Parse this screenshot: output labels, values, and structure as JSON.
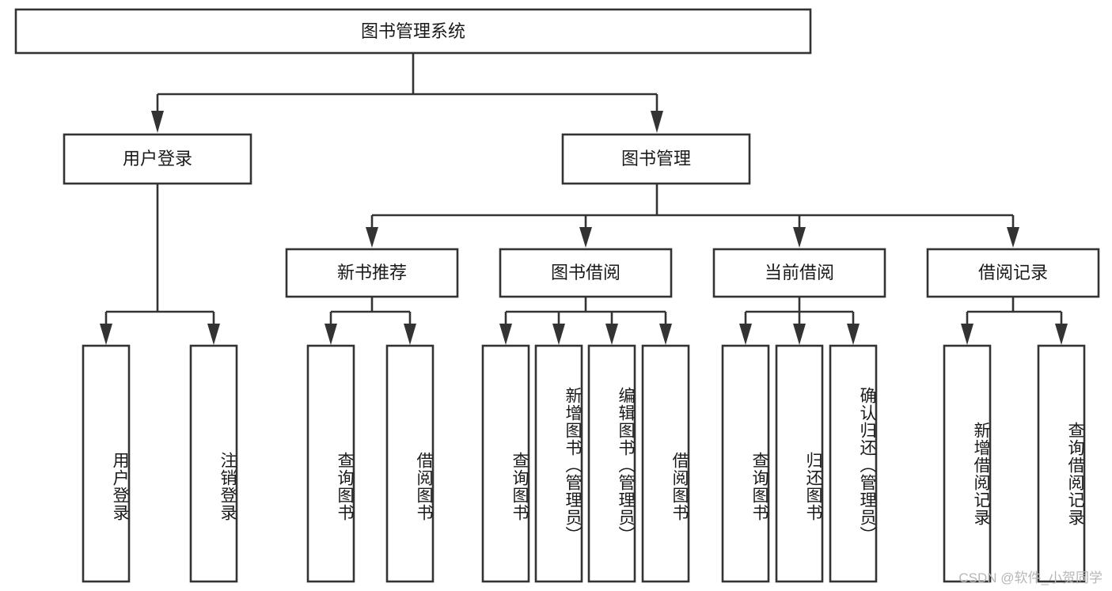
{
  "diagram": {
    "type": "tree-hierarchy-chart",
    "title": "图书管理系统",
    "watermark": "CSDN @软件_小贺同学",
    "colors": {
      "stroke": "#333333",
      "fill": "#ffffff",
      "text": "#1a1a1a",
      "watermark": "#b7b7b7",
      "background": "#ffffff"
    },
    "levels": {
      "root": {
        "label": "图书管理系统",
        "orientation": "horizontal"
      },
      "level2": [
        {
          "label": "用户登录",
          "orientation": "horizontal"
        },
        {
          "label": "图书管理",
          "orientation": "horizontal"
        }
      ],
      "level3": [
        {
          "label": "新书推荐",
          "orientation": "horizontal",
          "parent": "图书管理"
        },
        {
          "label": "图书借阅",
          "orientation": "horizontal",
          "parent": "图书管理"
        },
        {
          "label": "当前借阅",
          "orientation": "horizontal",
          "parent": "图书管理"
        },
        {
          "label": "借阅记录",
          "orientation": "horizontal",
          "parent": "图书管理"
        }
      ],
      "leaves": [
        {
          "label": "用户登录",
          "orientation": "vertical",
          "parent": "用户登录"
        },
        {
          "label": "注销登录",
          "orientation": "vertical",
          "parent": "用户登录"
        },
        {
          "label": "查询图书",
          "orientation": "vertical",
          "parent": "新书推荐"
        },
        {
          "label": "借阅图书",
          "orientation": "vertical",
          "parent": "新书推荐"
        },
        {
          "label": "查询图书",
          "orientation": "vertical",
          "parent": "图书借阅"
        },
        {
          "label": "新增图书（管理员）",
          "orientation": "vertical",
          "parent": "图书借阅"
        },
        {
          "label": "编辑图书（管理员）",
          "orientation": "vertical",
          "parent": "图书借阅"
        },
        {
          "label": "借阅图书",
          "orientation": "vertical",
          "parent": "图书借阅"
        },
        {
          "label": "查询图书",
          "orientation": "vertical",
          "parent": "当前借阅"
        },
        {
          "label": "归还图书",
          "orientation": "vertical",
          "parent": "当前借阅"
        },
        {
          "label": "确认归还（管理员）",
          "orientation": "vertical",
          "parent": "当前借阅"
        },
        {
          "label": "新增借阅记录",
          "orientation": "vertical",
          "parent": "借阅记录"
        },
        {
          "label": "查询借阅记录",
          "orientation": "vertical",
          "parent": "借阅记录"
        }
      ]
    }
  }
}
